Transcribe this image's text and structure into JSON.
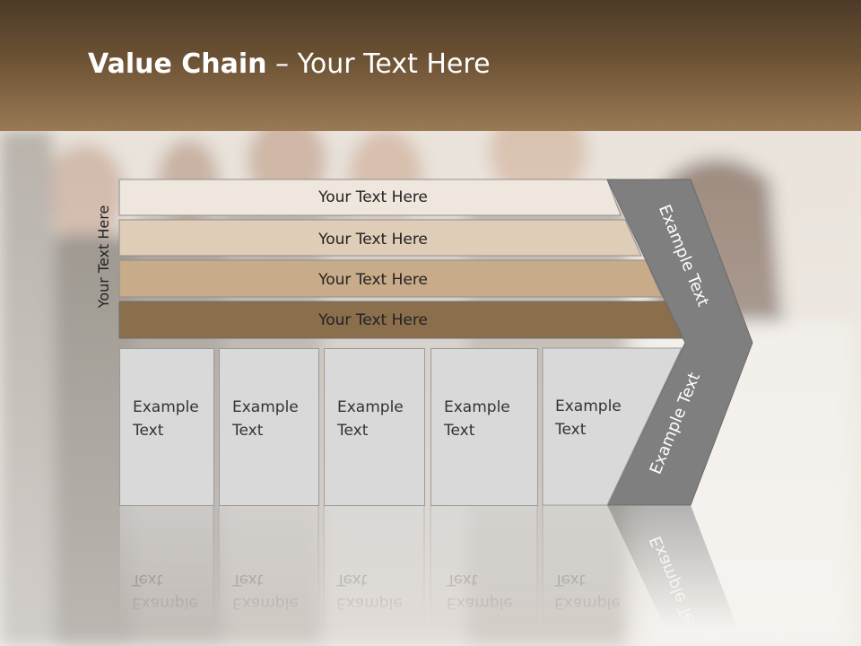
{
  "slide": {
    "title_bold": "Value Chain",
    "title_rest": " – Your Text Here",
    "side_label": "Your Text Here",
    "bars": [
      {
        "label": "Your Text Here",
        "color": "#efe6dd"
      },
      {
        "label": "Your Text Here",
        "color": "#e0cdb8"
      },
      {
        "label": "Your Text Here",
        "color": "#c8ab88"
      },
      {
        "label": "Your Text Here",
        "color": "#8b6e4c"
      }
    ],
    "boxes": [
      {
        "line1": "Example",
        "line2": "Text"
      },
      {
        "line1": "Example",
        "line2": "Text"
      },
      {
        "line1": "Example",
        "line2": "Text"
      },
      {
        "line1": "Example",
        "line2": "Text"
      },
      {
        "line1": "Example",
        "line2": "Text"
      }
    ],
    "arrow_top_text": "Example Text",
    "arrow_bottom_text": "Example Text",
    "colors": {
      "header": "#6c5234",
      "arrow": "#7f7f7f",
      "box": "#d9d9d9"
    }
  }
}
